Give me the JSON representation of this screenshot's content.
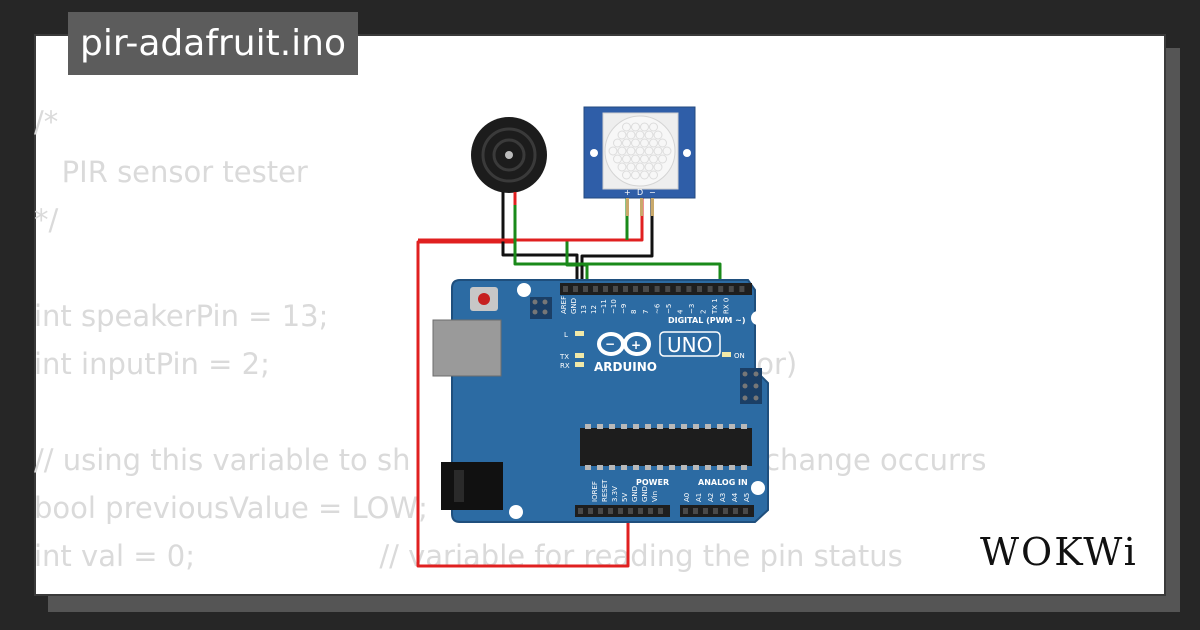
{
  "project": {
    "filename": "pir-adafruit.ino"
  },
  "code_lines": [
    "/*",
    "   PIR sensor tester",
    "*/",
    "",
    "int speakerPin = 13;",
    "int inputPin = 2;                              n (for PIR sensor)",
    "",
    "// using this variable to sh                          y when change occurrs",
    "bool previousValue = LOW;",
    "int val = 0;                    // variable for reading the pin status"
  ],
  "board": {
    "name": "UNO",
    "brand": "ARDUINO",
    "digital_label": "DIGITAL (PWM ~)",
    "power_label": "POWER",
    "analog_label": "ANALOG IN",
    "on_label": "ON",
    "l_label": "L",
    "tx_label": "TX",
    "rx_label": "RX",
    "digital_pins": [
      "AREF",
      "GND",
      "13",
      "12",
      "~11",
      "~10",
      "~9",
      "8",
      "7",
      "~6",
      "~5",
      "4",
      "~3",
      "2",
      "TX 1",
      "RX 0"
    ],
    "power_pins": [
      "IOREF",
      "RESET",
      "3.3V",
      "5V",
      "GND",
      "GND",
      "Vin"
    ],
    "analog_pins": [
      "A0",
      "A1",
      "A2",
      "A3",
      "A4",
      "A5"
    ]
  },
  "pir_sensor": {
    "pin_labels": [
      "+",
      "D",
      "−"
    ]
  },
  "logo": {
    "text": "WOKWi"
  },
  "colors": {
    "board": "#2c6ba3",
    "wire_red": "#e02020",
    "wire_green": "#1a8a1a",
    "wire_black": "#111111",
    "pir_body": "#2f5ea8",
    "background": "#262626",
    "card": "#ffffff",
    "code": "#dadada"
  }
}
